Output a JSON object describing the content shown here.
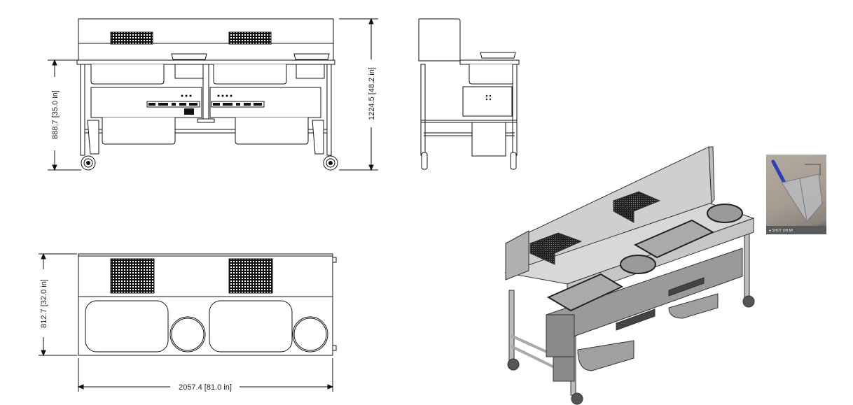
{
  "drawing": {
    "title": "Breading / fry station engineering drawing",
    "views": [
      "front-elevation",
      "side-elevation",
      "top-plan",
      "isometric",
      "basket-photo"
    ]
  },
  "dimensions": {
    "front_height": "888.7 [35.0 in]",
    "overall_height": "1224.5 [48.2 in]",
    "depth": "812.7 [32.0 in]",
    "width": "2057.4 [81.0 in]"
  },
  "components": {
    "baskets": 2,
    "rectangular_pans": 2,
    "round_pans": 2,
    "casters": 4
  },
  "photo": {
    "subject": "fry-basket-icon",
    "watermark": "● SHOT ON MI"
  },
  "colors": {
    "line": "#111111",
    "metal_light": "#d4d4d4",
    "metal_mid": "#a8a8a8",
    "metal_dark": "#7a7a7a",
    "handle_blue": "#2a3fb8"
  }
}
